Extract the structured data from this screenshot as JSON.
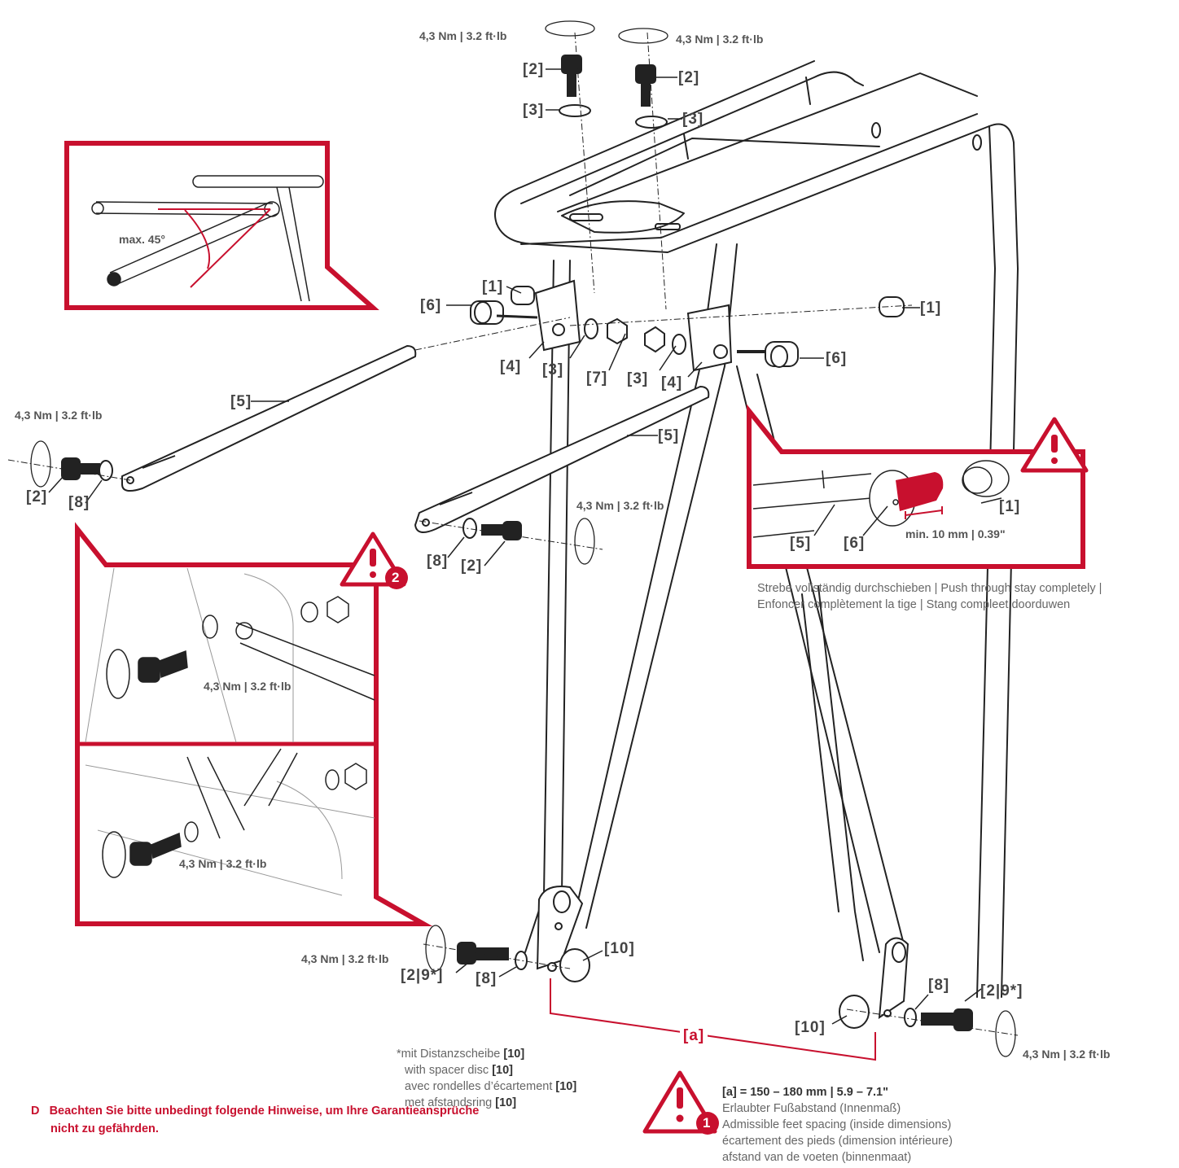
{
  "torque": {
    "label": "4,3 Nm | 3.2 ft·lb"
  },
  "parts": {
    "p1": "[1]",
    "p2": "[2]",
    "p3": "[3]",
    "p4": "[4]",
    "p5": "[5]",
    "p6": "[6]",
    "p7": "[7]",
    "p8": "[8]",
    "p10": "[10]",
    "p2_9": "[2|9*]",
    "pa": "[a]"
  },
  "inset_angle": {
    "label": "max. 45°"
  },
  "inset_stay": {
    "min_label": "min. 10 mm | 0.39\""
  },
  "stay_note": {
    "line1": "Strebe vollständig durchschieben | Push through stay completely |",
    "line2": "Enfoncer complètement la tige | Stang compleet doorduwen"
  },
  "warning_badges": {
    "b1": "1",
    "b2": "2"
  },
  "spacer_note": {
    "star": "*",
    "line1": "mit Distanzscheibe ",
    "line2": "with spacer disc ",
    "line3": "avec rondelles d’écartement ",
    "line4": "met afstandsring ",
    "ref": "[10]"
  },
  "spacing_note": {
    "heading": "[a] = 150 – 180 mm | 5.9 – 7.1\"",
    "line1": "Erlaubter Fußabstand (Innenmaß)",
    "line2": "Admissible feet spacing (inside dimensions)",
    "line3": "écartement des pieds (dimension intérieure)",
    "line4": "afstand van de voeten (binnenmaat)"
  },
  "footer": {
    "letter": "D",
    "line1": "Beachten Sie bitte unbedingt folgende Hinweise, um Ihre Garantieansprüche",
    "line2": "nicht zu gefährden."
  },
  "colors": {
    "accent": "#c8102e",
    "line": "#222222",
    "text": "#444444"
  }
}
